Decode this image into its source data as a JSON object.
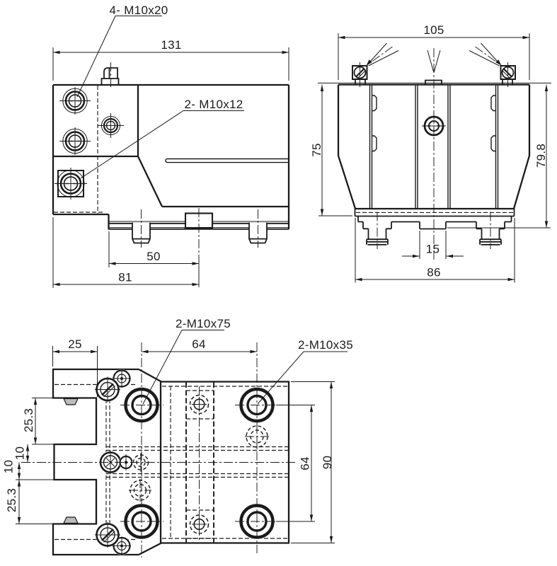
{
  "front_view": {
    "callout_top": "4- M10x20",
    "callout_side": "2- M10x12",
    "dim_overall_width": "131",
    "dim_rail_offset": "50",
    "dim_base_width": "81"
  },
  "side_view": {
    "dim_overall_width": "105",
    "dim_height_left": "75",
    "dim_height_right": "79.8",
    "dim_key_width": "15",
    "dim_base_width": "86"
  },
  "bottom_view": {
    "callout_left_holes": "2-M10x75",
    "callout_right_holes": "2-M10x35",
    "dim_jaw_depth": "25",
    "dim_hole_span_top": "64",
    "dim_slot_upper": "25.3",
    "dim_half_upper": "10",
    "dim_half_lower": "10",
    "dim_slot_lower": "25.3",
    "dim_hole_span_right": "64",
    "dim_plate_height": "90"
  },
  "colors": {
    "line": "#1b1b1b",
    "background": "#ffffff",
    "detent_fill": "#bdbdbd"
  }
}
